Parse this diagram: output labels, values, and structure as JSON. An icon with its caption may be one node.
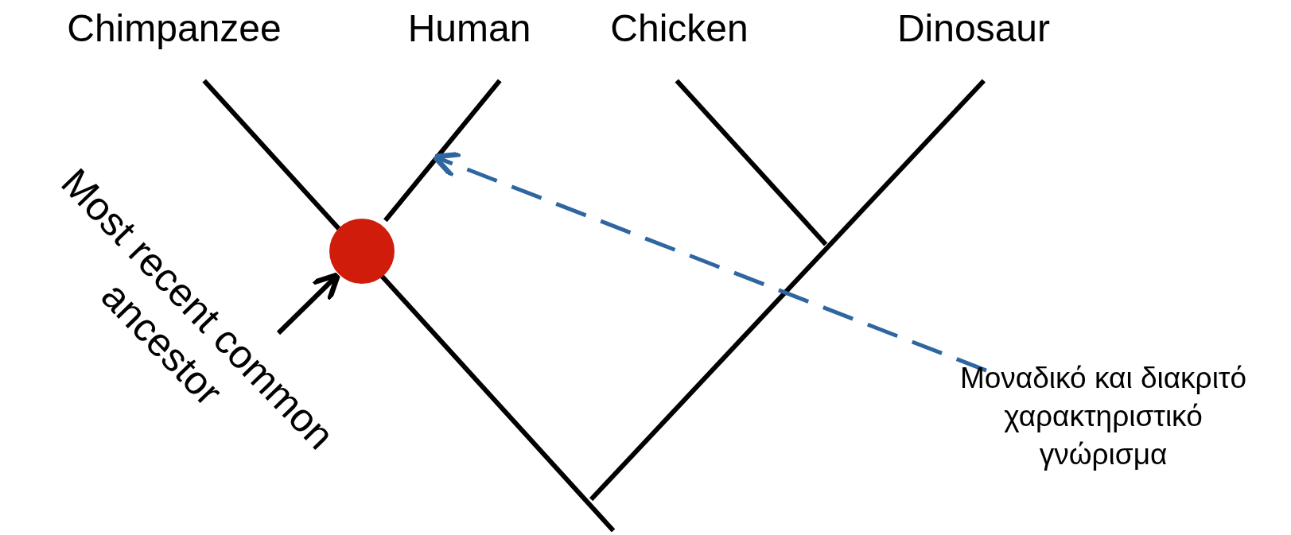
{
  "diagram": {
    "nodes": [
      {
        "text": [
          "Chimpanzee"
        ]
      },
      {
        "text": [
          "Human"
        ]
      },
      {
        "text": [
          "Chicken"
        ]
      },
      {
        "text": [
          "Dinosaur"
        ]
      },
      {
        "text": [],
        "shape": "circle"
      },
      {
        "text": [
          "Most recent common ancestor"
        ]
      },
      {
        "text": [
          "Μοναδικό και διακριτό χαρακτηριστικό γνώρισμα"
        ]
      },
      {
        "text": [],
        "shape": "line"
      }
    ],
    "edges": [
      {
        "from": 5,
        "to": 4,
        "arrow": "to"
      },
      {
        "from": 6,
        "to": 7,
        "arrow": "to",
        "style": "dashed",
        "color": "#2f66a0"
      }
    ]
  }
}
